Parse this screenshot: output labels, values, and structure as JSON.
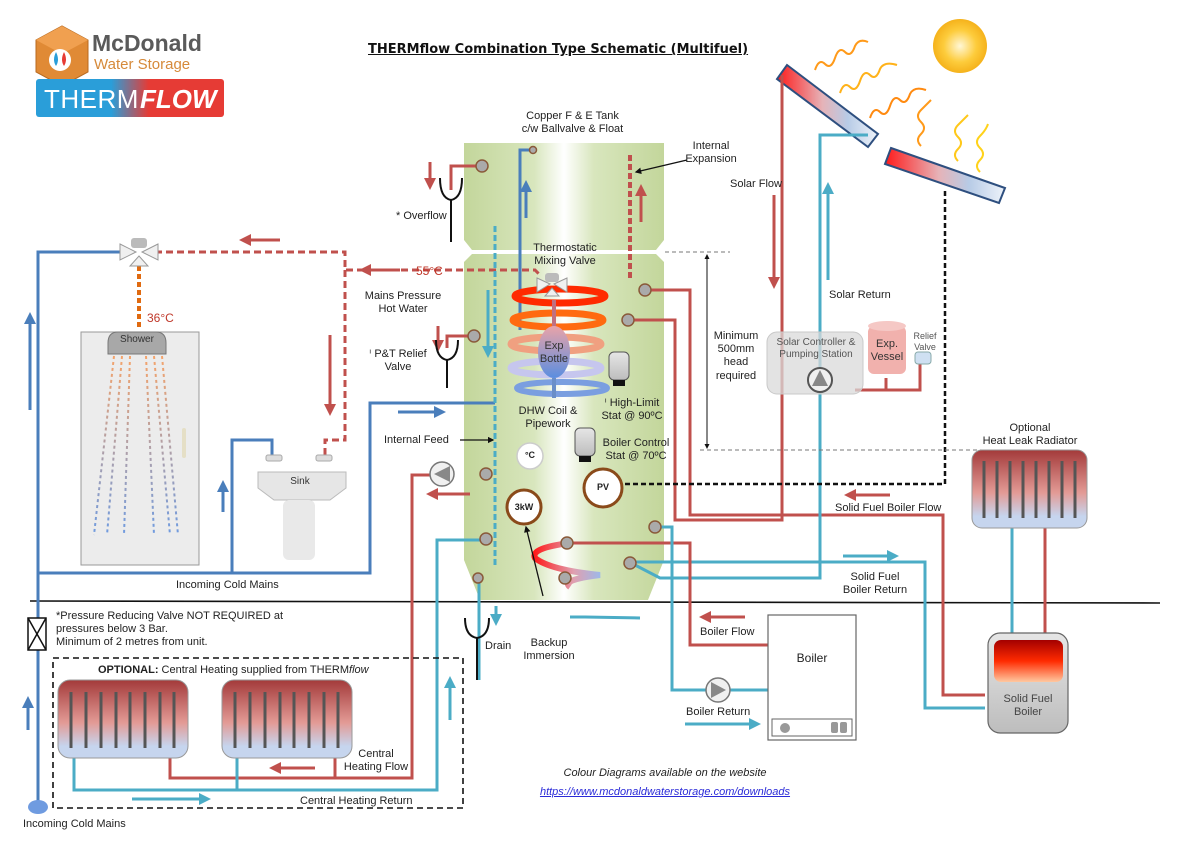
{
  "title": "THERMflow Combination Type Schematic (Multifuel)",
  "logo": {
    "brand_line1": "McDonald",
    "brand_line2": "Water Storage",
    "product_part1": "THERM",
    "product_part2": "FLOW"
  },
  "colors": {
    "hot_pipe": "#c0504d",
    "cold_pipe": "#4a7ebb",
    "return_pipe": "#4bacc6",
    "tank_green": "#c3d69b",
    "logo_blue": "#2a9ed9",
    "logo_red": "#e63b35",
    "logo_orange": "#d68a3a",
    "link_blue": "#2a2ad8"
  },
  "labels": {
    "copper_tank": "Copper F & E Tank\nc/w Ballvalve & Float",
    "internal_expansion": "Internal\nExpansion",
    "overflow": "* Overflow",
    "thermostatic_mixing_valve": "Thermostatic\nMixing Valve",
    "temp_55": "55°C",
    "temp_36": "36°C",
    "mains_pressure_hot_water": "Mains Pressure\nHot Water",
    "pt_relief_valve": "ⁱ P&T Relief\nValve",
    "exp_bottle": "Exp\nBottle",
    "dhw_coil": "DHW Coil &\nPipework",
    "high_limit_stat": "ⁱ High-Limit\nStat @ 90ºC",
    "boiler_control_stat": "Boiler Control\nStat @ 70ºC",
    "internal_feed": "Internal Feed",
    "thermostat_symbol": "°C",
    "immersion_3kw": "3kW",
    "pv": "PV",
    "drain": "Drain",
    "backup_immersion": "Backup\nImmersion",
    "minimum_head": "Minimum\n500mm\nhead\nrequired",
    "solar_flow": "Solar Flow",
    "solar_return": "Solar Return",
    "solar_controller": "Solar Controller &\nPumping Station",
    "exp_vessel": "Exp.\nVessel",
    "relief_valve": "Relief\nValve",
    "optional_heat_leak": "Optional\nHeat Leak Radiator",
    "solid_fuel_boiler_flow": "Solid Fuel Boiler Flow",
    "solid_fuel_boiler_return": "Solid Fuel\nBoiler Return",
    "boiler_flow": "Boiler Flow",
    "boiler_return": "Boiler Return",
    "boiler": "Boiler",
    "solid_fuel_boiler": "Solid Fuel\nBoiler",
    "shower": "Shower",
    "sink": "Sink",
    "incoming_cold_mains_top": "Incoming Cold Mains",
    "incoming_cold_mains_bottom": "Incoming Cold Mains",
    "prv_note": "*Pressure Reducing Valve NOT REQUIRED at\npressures below 3 Bar.\nMinimum of 2 metres from unit.",
    "optional_ch_bold": "OPTIONAL:",
    "optional_ch_text": " Central Heating supplied from THERM",
    "optional_ch_italic": "flow",
    "central_heating_flow": "Central\nHeating Flow",
    "central_heating_return": "Central Heating Return"
  },
  "footer": {
    "note": "Colour Diagrams available on the website",
    "link": "https://www.mcdonaldwaterstorage.com/downloads"
  }
}
